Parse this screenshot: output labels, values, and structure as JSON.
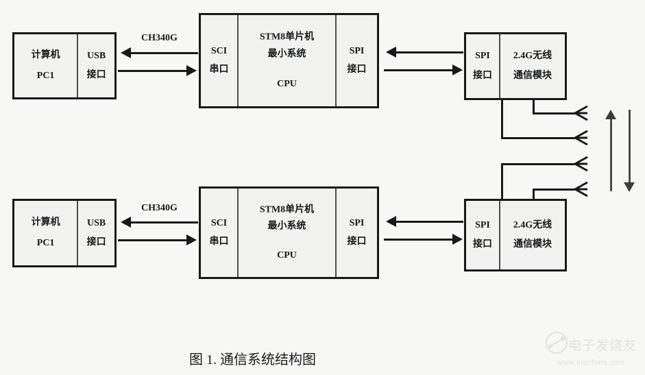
{
  "figure": {
    "caption": "图 1. 通信系统结构图"
  },
  "rows": [
    {
      "id": "top",
      "pc": {
        "computer_line1": "计算机",
        "computer_line2": "PC1",
        "usb_line1": "USB",
        "usb_line2": "接口"
      },
      "link_label": "CH340G",
      "mcu": {
        "sci_line1": "SCI",
        "sci_line2": "串口",
        "cpu_line1": "STM8单片机",
        "cpu_line2": "最小系统",
        "cpu_line3": "CPU",
        "spi_line1": "SPI",
        "spi_line2": "接口"
      },
      "rf": {
        "spi_line1": "SPI",
        "spi_line2": "接口",
        "rf_line1": "2.4G无线",
        "rf_line2": "通信模块"
      }
    },
    {
      "id": "bottom",
      "pc": {
        "computer_line1": "计算机",
        "computer_line2": "PC1",
        "usb_line1": "USB",
        "usb_line2": "接口"
      },
      "link_label": "CH340G",
      "mcu": {
        "sci_line1": "SCI",
        "sci_line2": "串口",
        "cpu_line1": "STM8单片机",
        "cpu_line2": "最小系统",
        "cpu_line3": "CPU",
        "spi_line1": "SPI",
        "spi_line2": "接口"
      },
      "rf": {
        "spi_line1": "SPI",
        "spi_line2": "接口",
        "rf_line1": "2.4G无线",
        "rf_line2": "通信模块"
      }
    }
  ],
  "icons": {
    "antenna": "antenna-icon",
    "uplink_arrow": "arrow-up-icon",
    "downlink_arrow": "arrow-down-icon",
    "arrow_left": "arrow-left-icon",
    "arrow_right": "arrow-right-icon"
  },
  "watermark": {
    "text": "电子发烧友",
    "url": "www.elecfans.com"
  },
  "colors": {
    "stroke": "#16181a",
    "box_fill": "#f2f2f0",
    "page_bg": "#f7f7f5",
    "divider": "#4a4c4e",
    "signal_arrow": "#3a3c3e"
  }
}
